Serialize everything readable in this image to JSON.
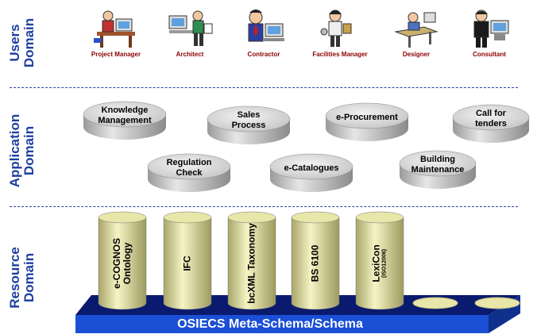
{
  "domains": {
    "users": "Users Domain",
    "application": "Application Domain",
    "resource": "Resource Domain"
  },
  "users": [
    {
      "label": "Project Manager",
      "icon": "project-manager-clipart"
    },
    {
      "label": "Architect",
      "icon": "architect-clipart"
    },
    {
      "label": "Contractor",
      "icon": "contractor-clipart"
    },
    {
      "label": "Facilities Manager",
      "icon": "facilities-manager-clipart"
    },
    {
      "label": "Designer",
      "icon": "designer-clipart"
    },
    {
      "label": "Consultant",
      "icon": "consultant-clipart"
    }
  ],
  "applications": [
    {
      "label": "Knowledge Management"
    },
    {
      "label": "Sales Process"
    },
    {
      "label": "e-Procurement"
    },
    {
      "label": "Call for tenders"
    },
    {
      "label": "Regulation Check"
    },
    {
      "label": "e-Catalogues"
    },
    {
      "label": "Building Maintenance"
    }
  ],
  "resources": [
    {
      "label": "e-COGNOS Ontology",
      "sub": ""
    },
    {
      "label": "IFC",
      "sub": ""
    },
    {
      "label": "bcXML Taxonomy",
      "sub": ""
    },
    {
      "label": "BS 6100",
      "sub": ""
    },
    {
      "label": "LexiCon",
      "sub": "(ISO12006)"
    }
  ],
  "platform": {
    "label": "OSIECS Meta-Schema/Schema"
  },
  "colors": {
    "domain_text": "#1f3f9f",
    "user_text": "#8b0000",
    "platform_top": "#0a1a6e",
    "platform_front": "#1a4fd6",
    "cylinder_fill": "#e8e6a8",
    "disk_fill": "#cfcfcf"
  }
}
